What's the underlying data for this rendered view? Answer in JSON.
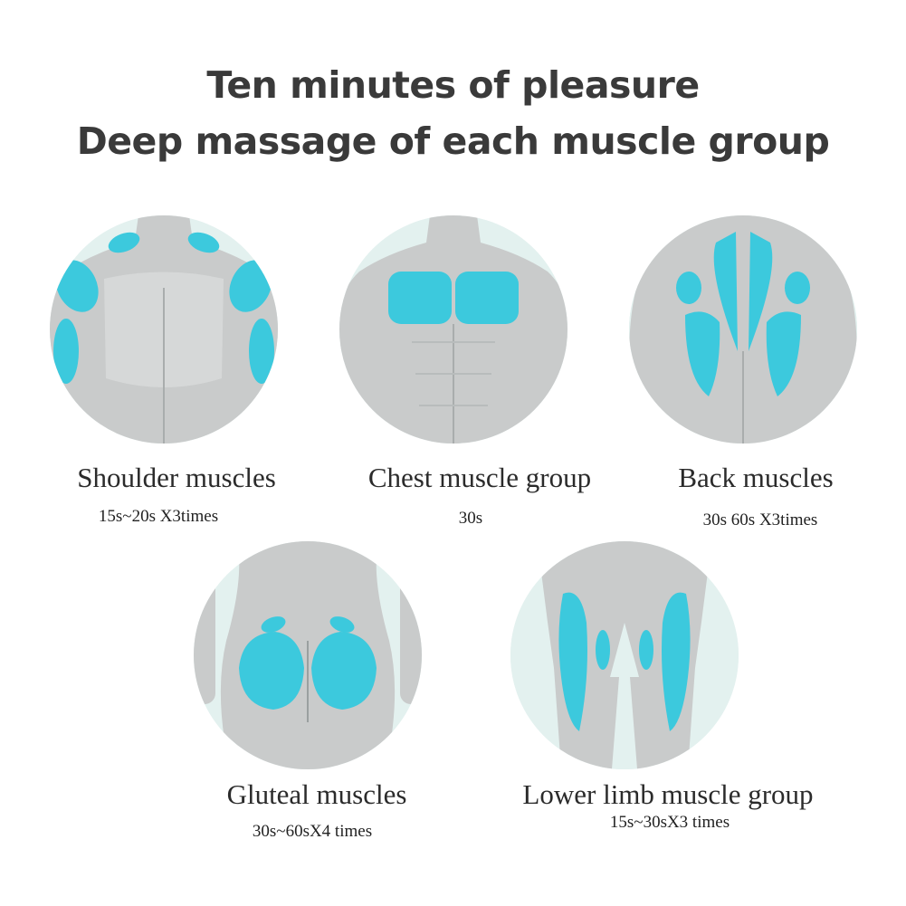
{
  "headline": {
    "line1": "Ten minutes of pleasure",
    "line2": "Deep massage of each muscle group"
  },
  "colors": {
    "muscle_highlight": "#3cc9dd",
    "body": "#c9cbcb",
    "disc_background": "#e3f1ef",
    "text": "#2b2b2b"
  },
  "groups": [
    {
      "name": "Shoulder muscles",
      "duration": "15s~20s X3times"
    },
    {
      "name": "Chest muscle group",
      "duration": "30s"
    },
    {
      "name": "Back muscles",
      "duration": "30s 60s X3times"
    },
    {
      "name": "Gluteal muscles",
      "duration": "30s~60sX4 times"
    },
    {
      "name": "Lower limb muscle group",
      "duration": "15s~30sX3 times"
    }
  ]
}
